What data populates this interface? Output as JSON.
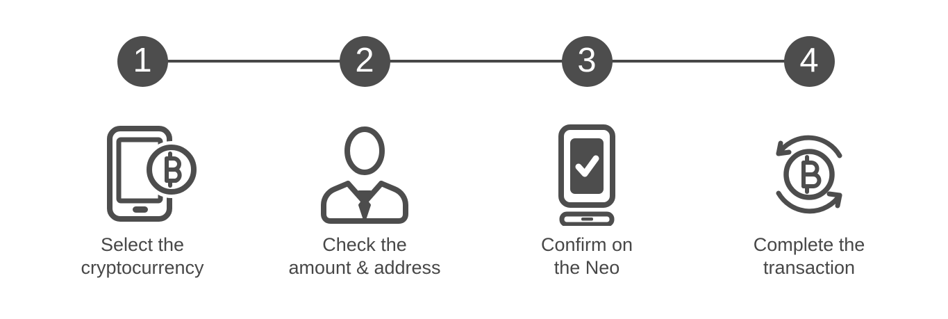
{
  "diagram": {
    "name": "crypto-transaction-steps",
    "colors": {
      "background": "#ffffff",
      "circle_fill": "#4d4d4d",
      "number_color": "#ffffff",
      "connector": "#474747",
      "icon_stroke": "#4d4d4d",
      "check_color": "#ffffff",
      "label_color": "#474747"
    },
    "steps": [
      {
        "number": "1",
        "icon": "smartphone-bitcoin-icon",
        "label": "Select the\ncryptocurrency"
      },
      {
        "number": "2",
        "icon": "businessman-icon",
        "label": "Check the\namount & address"
      },
      {
        "number": "3",
        "icon": "neo-device-confirm-icon",
        "label": "Confirm on\nthe Neo"
      },
      {
        "number": "4",
        "icon": "bitcoin-refresh-icon",
        "label": "Complete the\ntransaction"
      }
    ]
  }
}
